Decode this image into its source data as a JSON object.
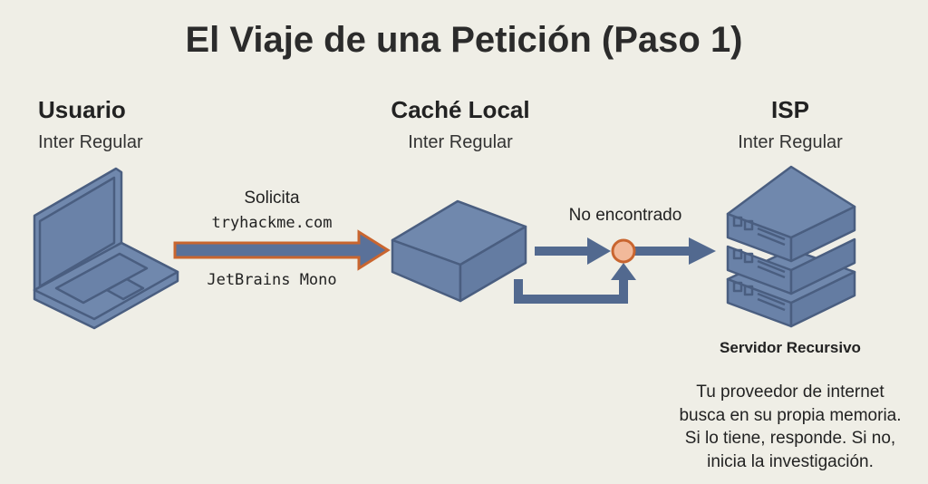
{
  "title": "El Viaje de una Petición (Paso 1)",
  "nodes": {
    "user": {
      "label": "Usuario",
      "font_note": "Inter Regular",
      "icon": "laptop-icon"
    },
    "cache": {
      "label": "Caché Local",
      "font_note": "Inter Regular",
      "icon": "box-icon"
    },
    "isp": {
      "label": "ISP",
      "font_note": "Inter Regular",
      "icon": "server-stack-icon",
      "caption": "Servidor Recursivo",
      "description": [
        "Tu proveedor de internet",
        "busca en su propia memoria.",
        "Si lo tiene, responde. Si no,",
        "inicia la investigación."
      ]
    }
  },
  "edges": {
    "request": {
      "line1": "Solicita",
      "domain": "tryhackme.com",
      "font_note": "JetBrains Mono"
    },
    "not_found": {
      "label": "No encontrado"
    }
  },
  "colors": {
    "background": "#efeee6",
    "node_fill": "#7088ad",
    "node_stroke": "#4a5e80",
    "accent": "#c9652f",
    "junction_fill": "#f2b99a"
  }
}
